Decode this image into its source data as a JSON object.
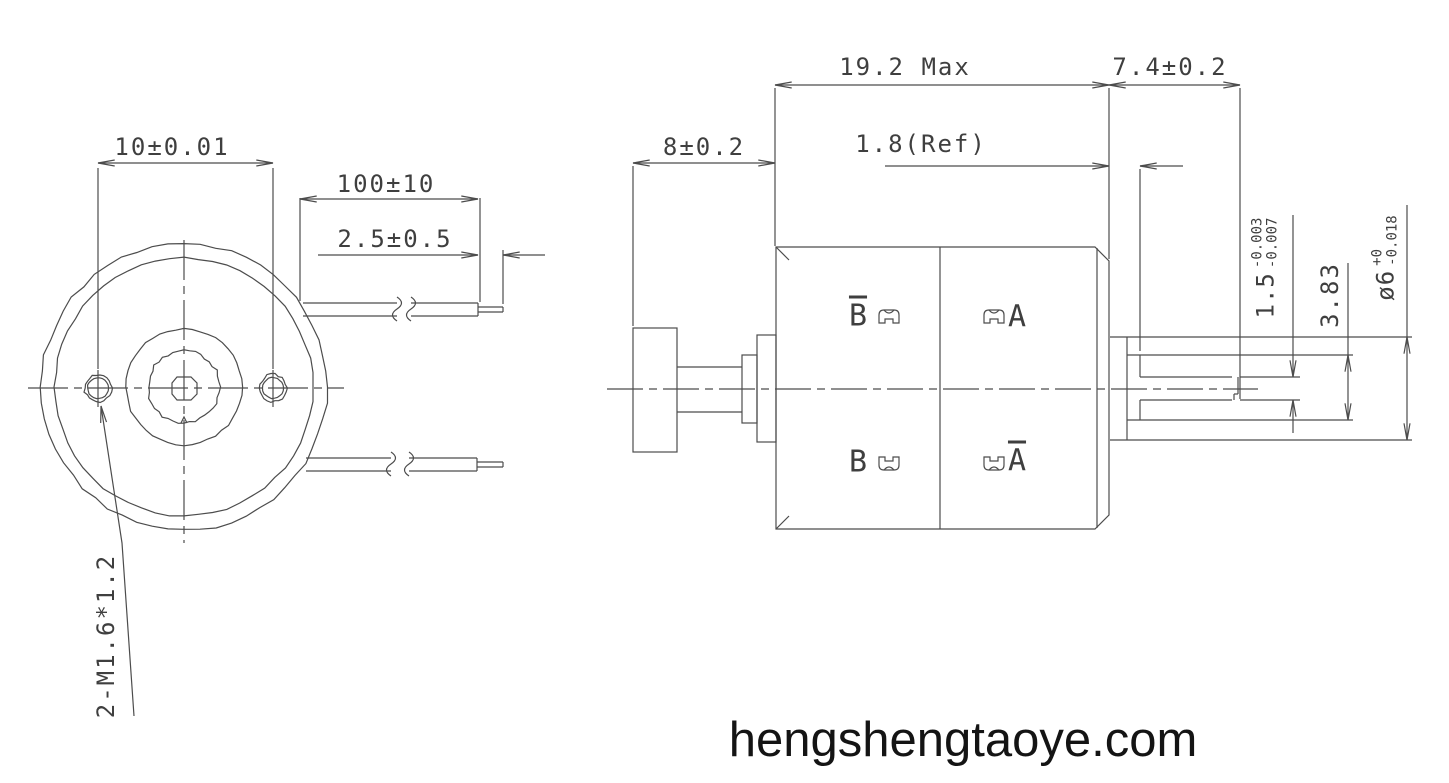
{
  "colors": {
    "line": "#4c4c4c",
    "text": "#3f3f3f",
    "watermark": "#141414"
  },
  "front_view": {
    "dim_hole_spacing": "10±0.01",
    "dim_wire_length": "100±10",
    "dim_wire_strip": "2.5±0.5",
    "thread_callout": "2-M1.6*1.2"
  },
  "side_view": {
    "dim_body_length": "19.2 Max",
    "dim_shaft_length": "7.4±0.2",
    "dim_rear_length": "8±0.2",
    "dim_flat_ref": "1.8(Ref)",
    "dim_flat_thickness": {
      "value": "1.5",
      "tol_upper": "-0.003",
      "tol_lower": "-0.007"
    },
    "dim_across_flats": "3.83",
    "dim_shaft_dia": {
      "value": "ø6",
      "tol_upper": "+0",
      "tol_lower": "-0.018"
    },
    "terminals": {
      "b_neg": "B",
      "a": "A",
      "b": "B",
      "a_neg": "A"
    }
  },
  "watermark": "hengshengtaoye.com"
}
